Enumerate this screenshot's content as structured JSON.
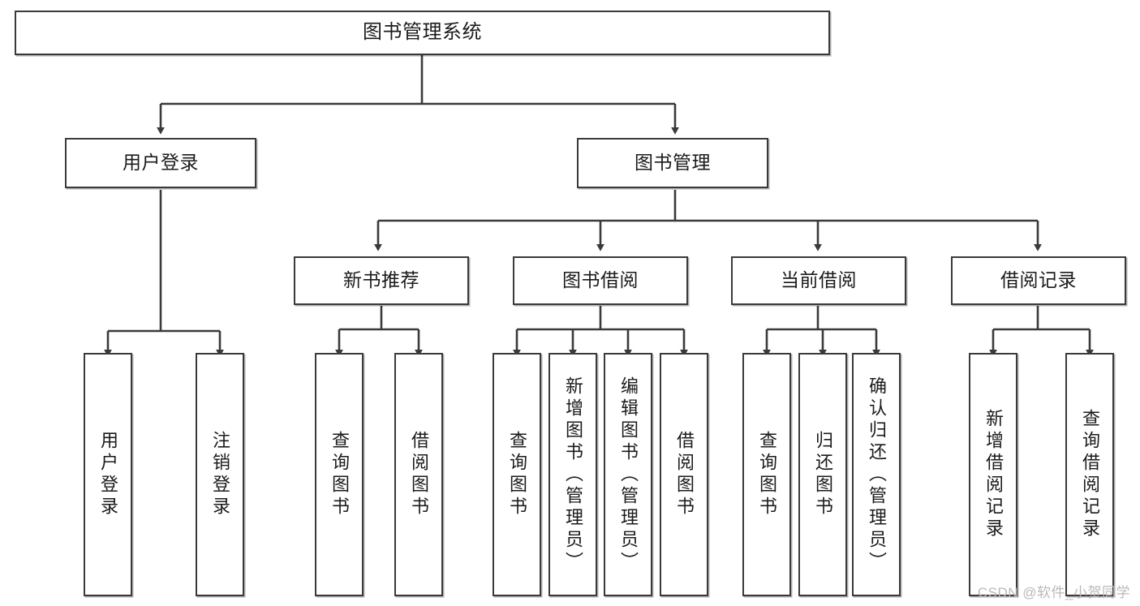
{
  "diagram": {
    "title": "图书管理系统",
    "type": "tree-hierarchy-chart",
    "root": {
      "label": "图书管理系统"
    },
    "level2": [
      {
        "label": "用户登录"
      },
      {
        "label": "图书管理"
      }
    ],
    "level3": [
      {
        "label": "新书推荐"
      },
      {
        "label": "图书借阅"
      },
      {
        "label": "当前借阅"
      },
      {
        "label": "借阅记录"
      }
    ],
    "leaves": [
      {
        "label": "用户登录",
        "parent": "用户登录"
      },
      {
        "label": "注销登录",
        "parent": "用户登录"
      },
      {
        "label": "查询图书",
        "parent": "新书推荐"
      },
      {
        "label": "借阅图书",
        "parent": "新书推荐"
      },
      {
        "label": "查询图书",
        "parent": "图书借阅"
      },
      {
        "label": "新增图书（管理员）",
        "parent": "图书借阅"
      },
      {
        "label": "编辑图书（管理员）",
        "parent": "图书借阅"
      },
      {
        "label": "借阅图书",
        "parent": "图书借阅"
      },
      {
        "label": "查询图书",
        "parent": "当前借阅"
      },
      {
        "label": "归还图书",
        "parent": "当前借阅"
      },
      {
        "label": "确认归还（管理员）",
        "parent": "当前借阅"
      },
      {
        "label": "新增借阅记录",
        "parent": "借阅记录"
      },
      {
        "label": "查询借阅记录",
        "parent": "借阅记录"
      }
    ]
  },
  "watermark": {
    "text": "CSDN @软件_小贺同学"
  },
  "colors": {
    "background": "#ffffff",
    "box_border": "#3a3a3a",
    "box_fill": "#ffffff",
    "text": "#1b1b1b",
    "connector": "#3a3a3a",
    "watermark": "#b9b9b9"
  }
}
